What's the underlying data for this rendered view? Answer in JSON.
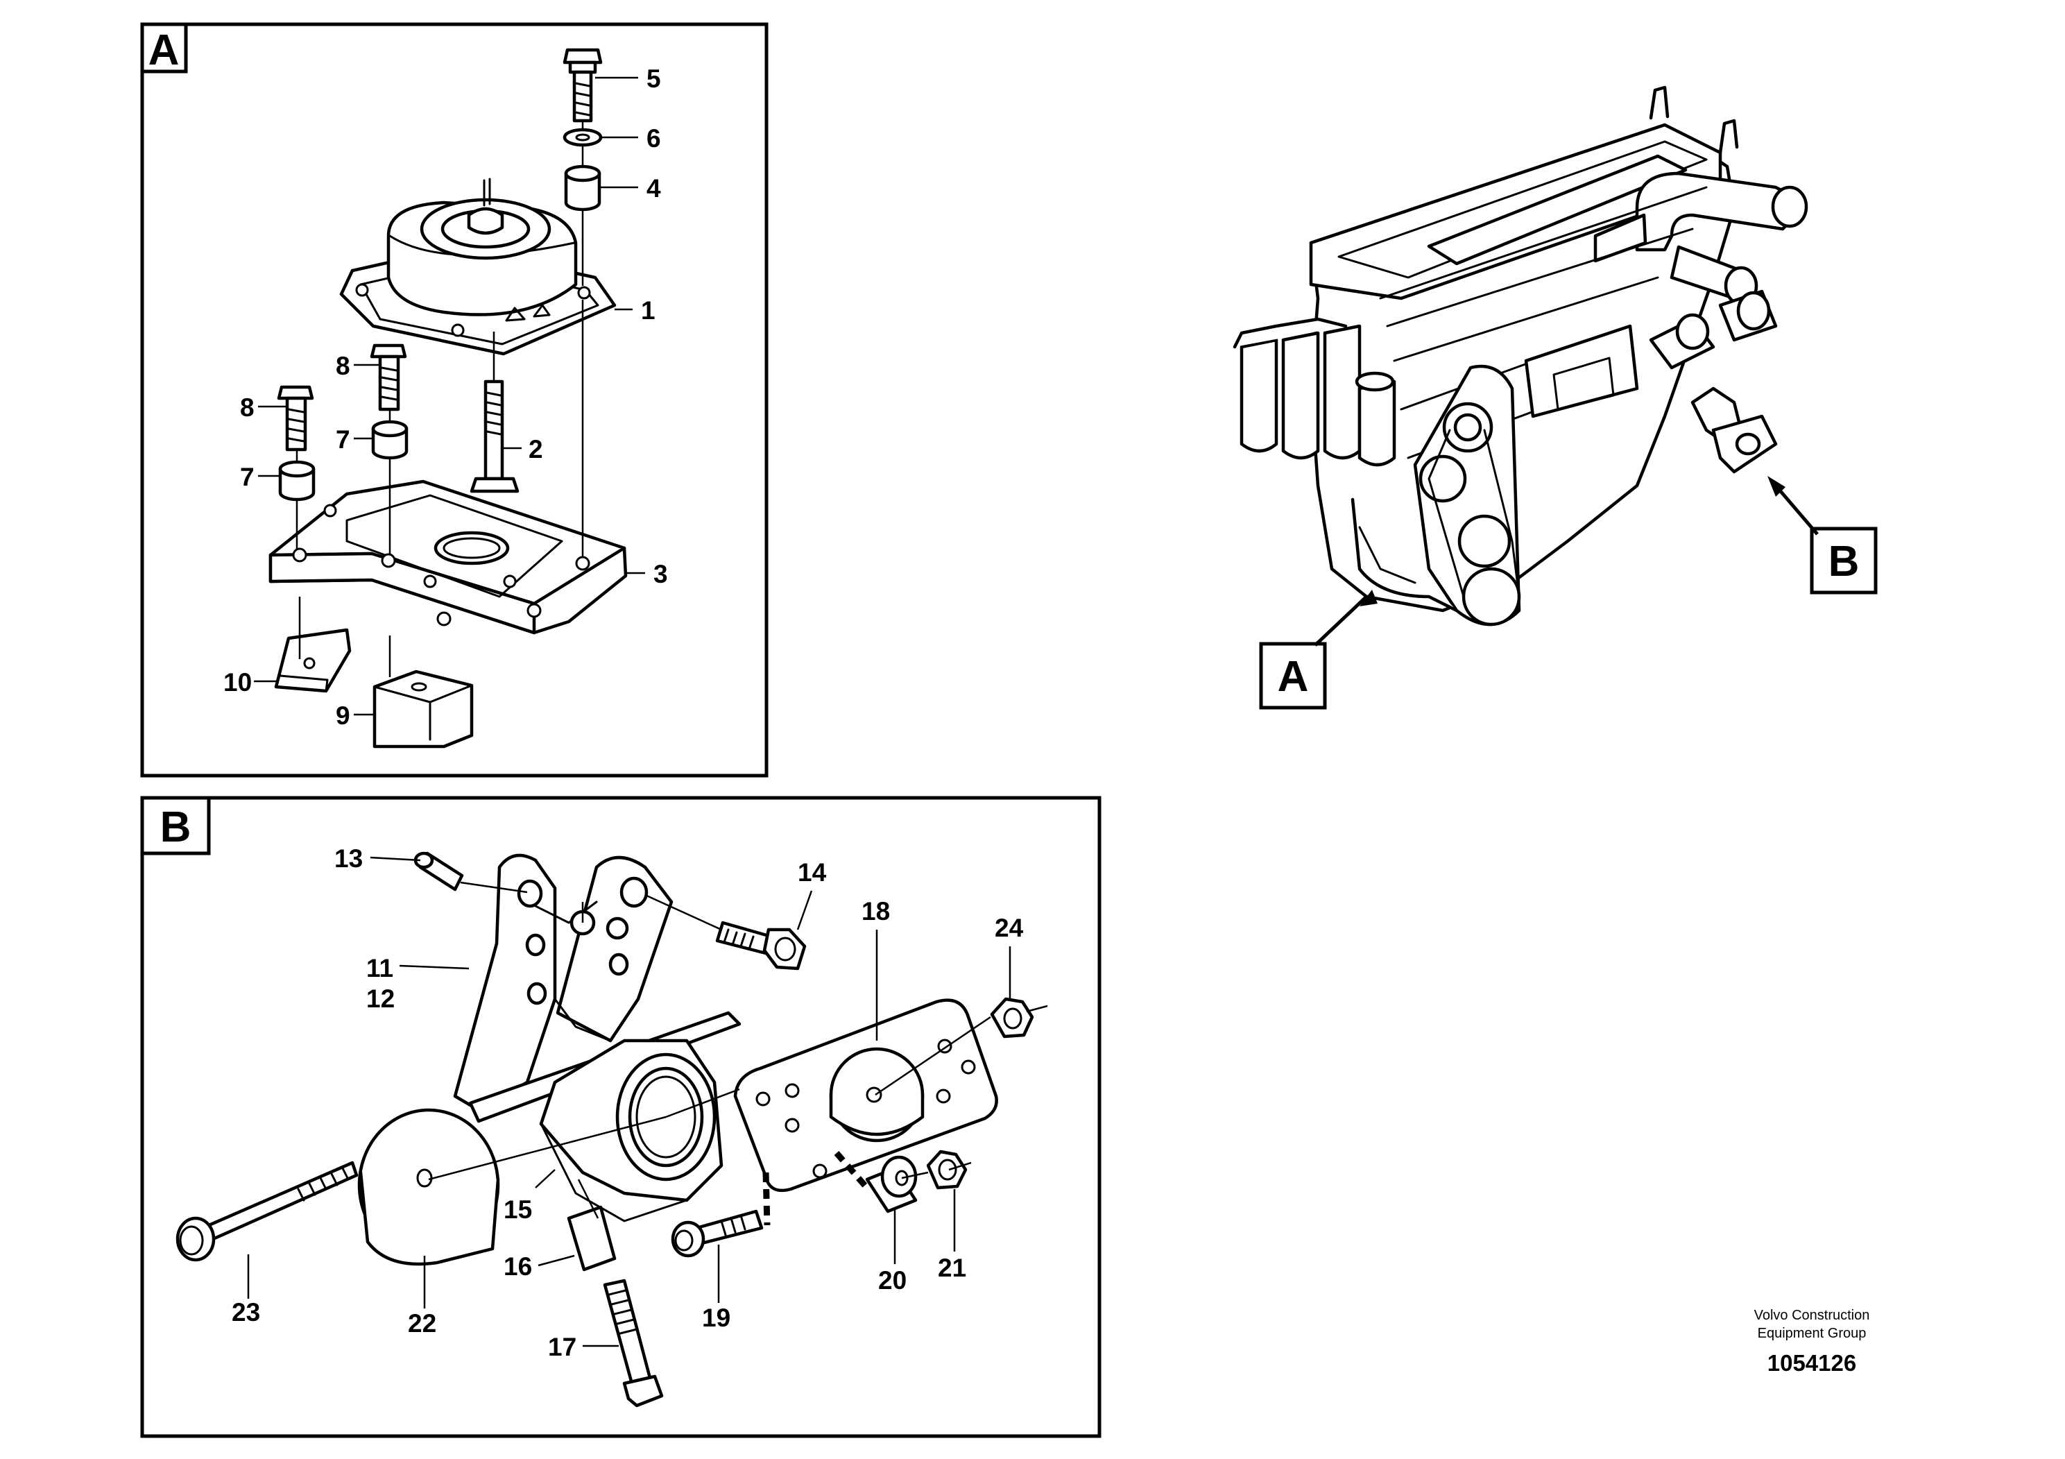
{
  "sections": {
    "a": {
      "label": "A"
    },
    "b": {
      "label": "B"
    }
  },
  "overview": {
    "label_a": "A",
    "label_b": "B"
  },
  "callouts": {
    "c1": "1",
    "c2": "2",
    "c3": "3",
    "c4": "4",
    "c5": "5",
    "c6": "6",
    "c7a": "7",
    "c7b": "7",
    "c8a": "8",
    "c8b": "8",
    "c9": "9",
    "c10": "10",
    "c11": "11",
    "c12": "12",
    "c13": "13",
    "c14": "14",
    "c15": "15",
    "c16": "16",
    "c17": "17",
    "c18": "18",
    "c19": "19",
    "c20": "20",
    "c21": "21",
    "c22": "22",
    "c23": "23",
    "c24": "24"
  },
  "credit": {
    "line1": "Volvo Construction",
    "line2": "Equipment Group"
  },
  "doc_number": "1054126"
}
